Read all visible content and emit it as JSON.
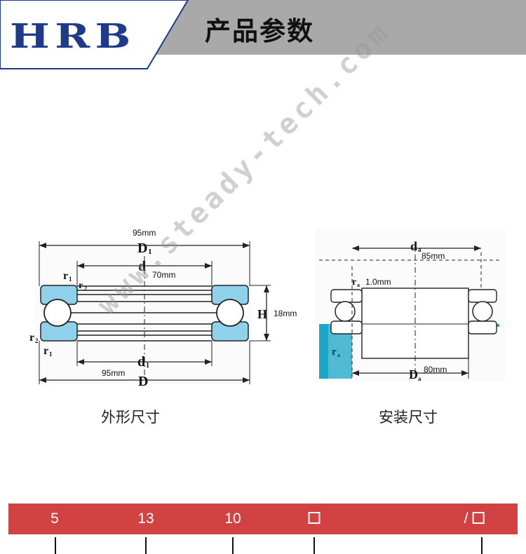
{
  "header": {
    "brand": "HRB",
    "title": "产品参数"
  },
  "dimensions_figure": {
    "caption": "外形尺寸",
    "labels": {
      "D1_value": "95mm",
      "D1": "D",
      "D1_sub": "1",
      "d": "d",
      "d_value": "70mm",
      "r1_top": "r",
      "r1_top_sub": "1",
      "r2_left_top": "r",
      "r2_left_top_sub": "2",
      "H": "H",
      "H_value": "18mm",
      "r2_left": "r",
      "r2_left_sub": "2",
      "r1_bottom": "r",
      "r1_bottom_sub": "1",
      "d1": "d",
      "d1_sub": "1",
      "D_value": "95mm",
      "D": "D"
    }
  },
  "installation_figure": {
    "caption": "安装尺寸",
    "labels": {
      "da": "d",
      "da_sub": "a",
      "da_value": "85mm",
      "ra": "r",
      "ra_sub": "a",
      "ra_value": "1.0mm",
      "ra_shaft": "r",
      "ra_shaft_sub": "a",
      "Da": "D",
      "Da_sub": "a",
      "Da_value": "80mm"
    }
  },
  "watermark": "www.steady-tech.com",
  "bottom_bar": {
    "cells": [
      "5",
      "13",
      "10",
      "",
      "/"
    ]
  },
  "colors": {
    "brand_blue": "#1f3a8a",
    "washer_fill": "#8fd0ea",
    "housing_fill": "#1aa6c9",
    "bar_red": "#d34242",
    "header_gray": "#a9a9a9"
  }
}
